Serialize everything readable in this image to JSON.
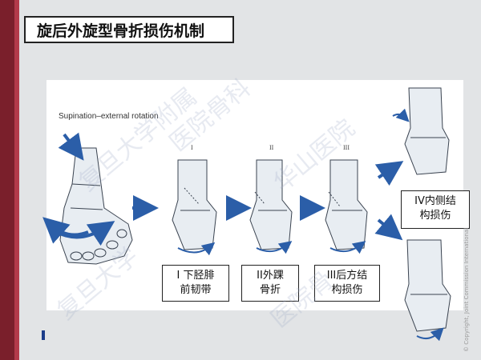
{
  "title": "旋后外旋型骨折损伤机制",
  "figure": {
    "caption": "Supination–external rotation",
    "stage_labels": [
      "I",
      "II",
      "III"
    ],
    "boxes": [
      {
        "line1": "I 下胫腓",
        "line2": "前韧带"
      },
      {
        "line1": "II外踝",
        "line2": "骨折"
      },
      {
        "line1": "III后方结",
        "line2": "构损伤"
      },
      {
        "line1": "IV内侧结",
        "line2": "构损伤"
      }
    ]
  },
  "copyright": "© Copyright, Joint Commission International",
  "watermark": [
    "复旦大学附属",
    "医院骨科",
    "华山医院",
    "复旦大学",
    "医院骨"
  ],
  "colors": {
    "accent": "#7a1f2b",
    "arrow": "#2b5ea8",
    "bone": "#dfe6ee",
    "outline": "#3a4350"
  }
}
